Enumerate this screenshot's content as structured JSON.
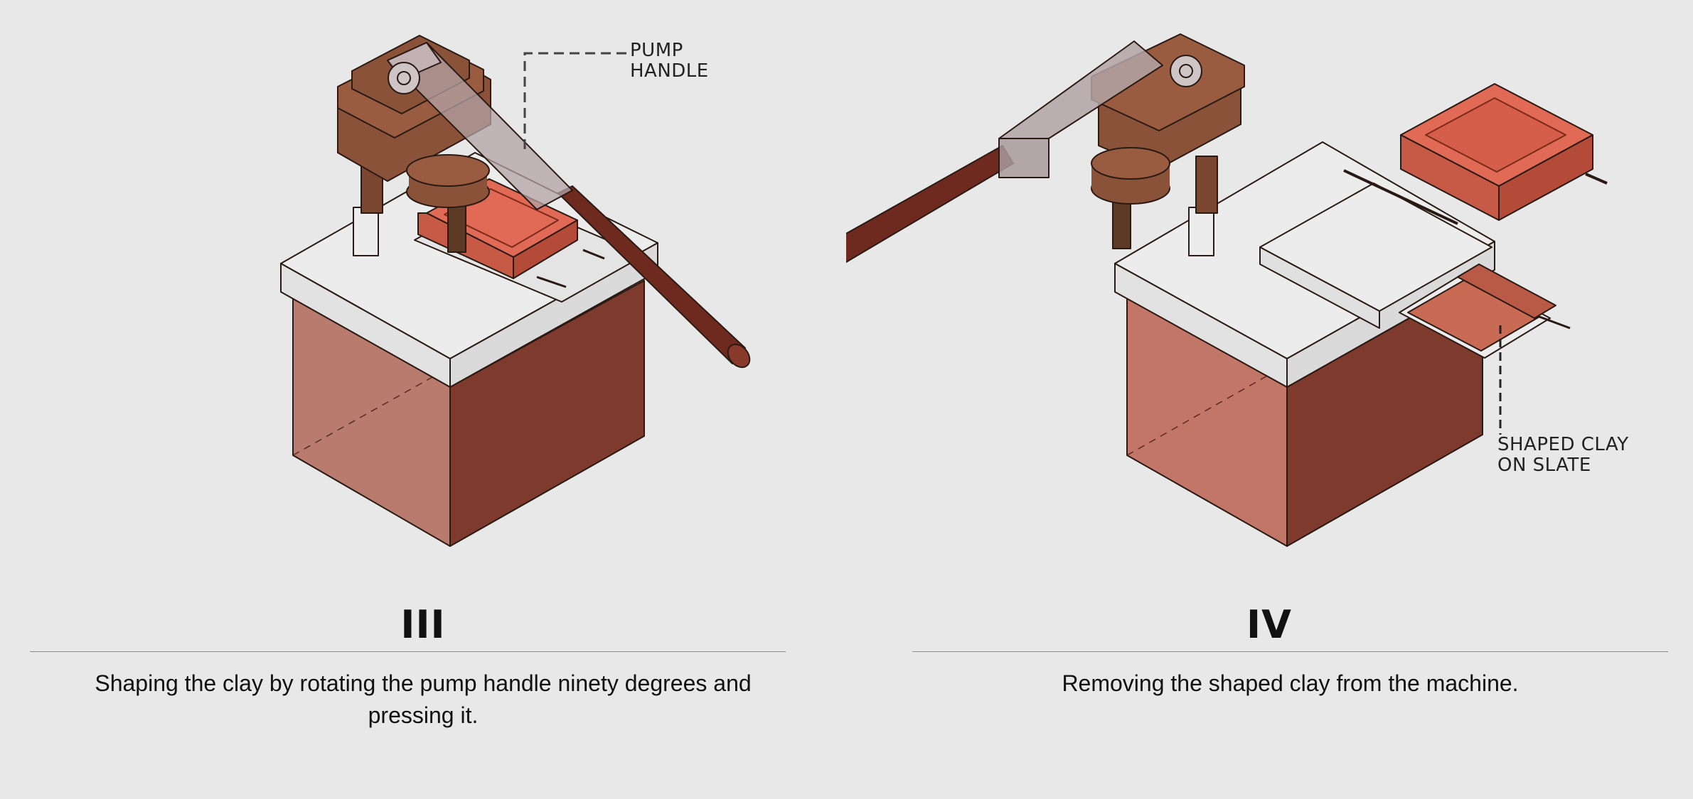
{
  "panels": [
    {
      "numeral": "III",
      "caption": "Shaping the clay by rotating the pump handle ninety degrees and pressing it.",
      "callout": {
        "line1": "PUMP",
        "line2": "HANDLE"
      }
    },
    {
      "numeral": "IV",
      "caption": "Removing the shaped clay from the machine.",
      "callout": {
        "line1": "SHAPED CLAY",
        "line2": "ON SLATE"
      }
    }
  ],
  "colors": {
    "background": "#e8e8e8",
    "box_front": "#b97b6e",
    "box_side": "#7e3a2d",
    "press_brown": "#8a5238",
    "clay": "#e06a55",
    "handle_rod": "#6f2a1f",
    "lever_translucent": "#b3a3a6"
  }
}
